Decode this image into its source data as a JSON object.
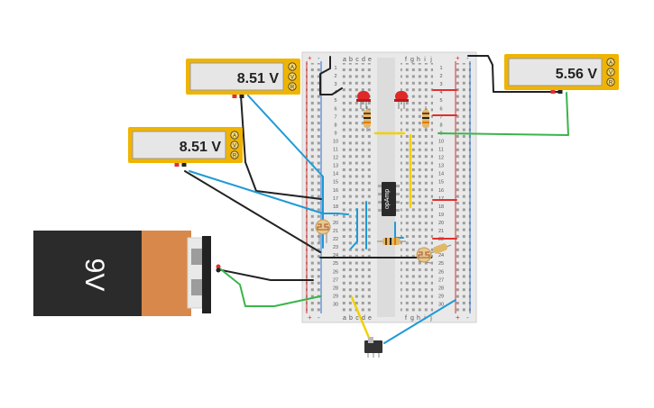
{
  "meters": [
    {
      "id": "meter-top-left",
      "reading": "8.51 V",
      "ports": [
        "A",
        "V",
        "R"
      ]
    },
    {
      "id": "meter-mid-left",
      "reading": "8.51 V",
      "ports": [
        "A",
        "V",
        "R"
      ]
    },
    {
      "id": "meter-top-right",
      "reading": "5.56 V",
      "ports": [
        "A",
        "V",
        "R"
      ]
    }
  ],
  "battery": {
    "label": "9V"
  },
  "ic": {
    "label": "opAmp"
  },
  "breadboard": {
    "columns_left": [
      "a",
      "b",
      "c",
      "d",
      "e"
    ],
    "columns_right": [
      "f",
      "g",
      "h",
      "i",
      "j"
    ],
    "rows": [
      "1",
      "2",
      "3",
      "4",
      "5",
      "6",
      "7",
      "8",
      "9",
      "10",
      "11",
      "12",
      "13",
      "14",
      "15",
      "16",
      "17",
      "18",
      "19",
      "20",
      "21",
      "22",
      "23",
      "24",
      "25",
      "26",
      "27",
      "28",
      "29",
      "30"
    ],
    "rail_plus": "+",
    "rail_minus": "-"
  },
  "colors": {
    "meter_frame": "#f0b400",
    "wire_blue": "#1f9ad6",
    "wire_green": "#3ab54a",
    "wire_yellow": "#f2d000",
    "wire_black": "#222222",
    "wire_red": "#e03030",
    "battery_orange": "#d8884a",
    "battery_body": "#2b2b2b"
  }
}
